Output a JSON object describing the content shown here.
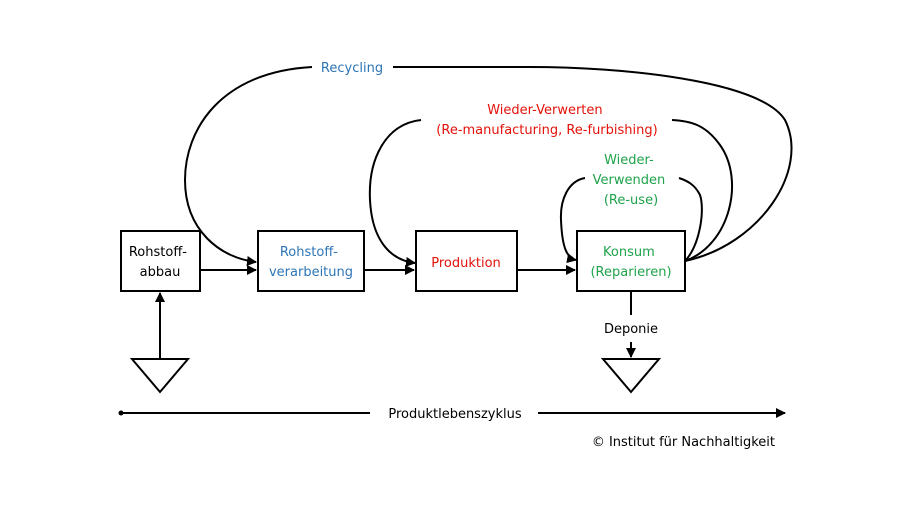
{
  "colors": {
    "black": "#000000",
    "blue": "#2E75B6",
    "red": "#E3120B",
    "green": "#1FA34A"
  },
  "nodes": {
    "rohstoffabbau": {
      "lines": [
        "Rohstoff-",
        "abbau"
      ],
      "color": "#000000"
    },
    "rohstoffverarbeitung": {
      "lines": [
        "Rohstoff-",
        "verarbeitung"
      ],
      "color": "#2E75B6"
    },
    "produktion": {
      "lines": [
        "Produktion"
      ],
      "color": "#E3120B"
    },
    "konsum": {
      "lines": [
        "Konsum",
        "(Reparieren)"
      ],
      "color": "#1FA34A"
    }
  },
  "loops": {
    "recycling": {
      "lines": [
        "Recycling"
      ],
      "color": "#2E75B6"
    },
    "wiederverwerten": {
      "lines": [
        "Wieder-Verwerten",
        "(Re-manufacturing, Re-furbishing)"
      ],
      "color": "#E3120B"
    },
    "wiederverwenden": {
      "lines": [
        "Wieder-",
        "Verwenden",
        "(Re-use)"
      ],
      "color": "#1FA34A"
    }
  },
  "sinks": {
    "deponie": "Deponie"
  },
  "timeline": {
    "label": "Produktlebenszyklus"
  },
  "copyright": "© Institut für Nachhaltigkeit"
}
